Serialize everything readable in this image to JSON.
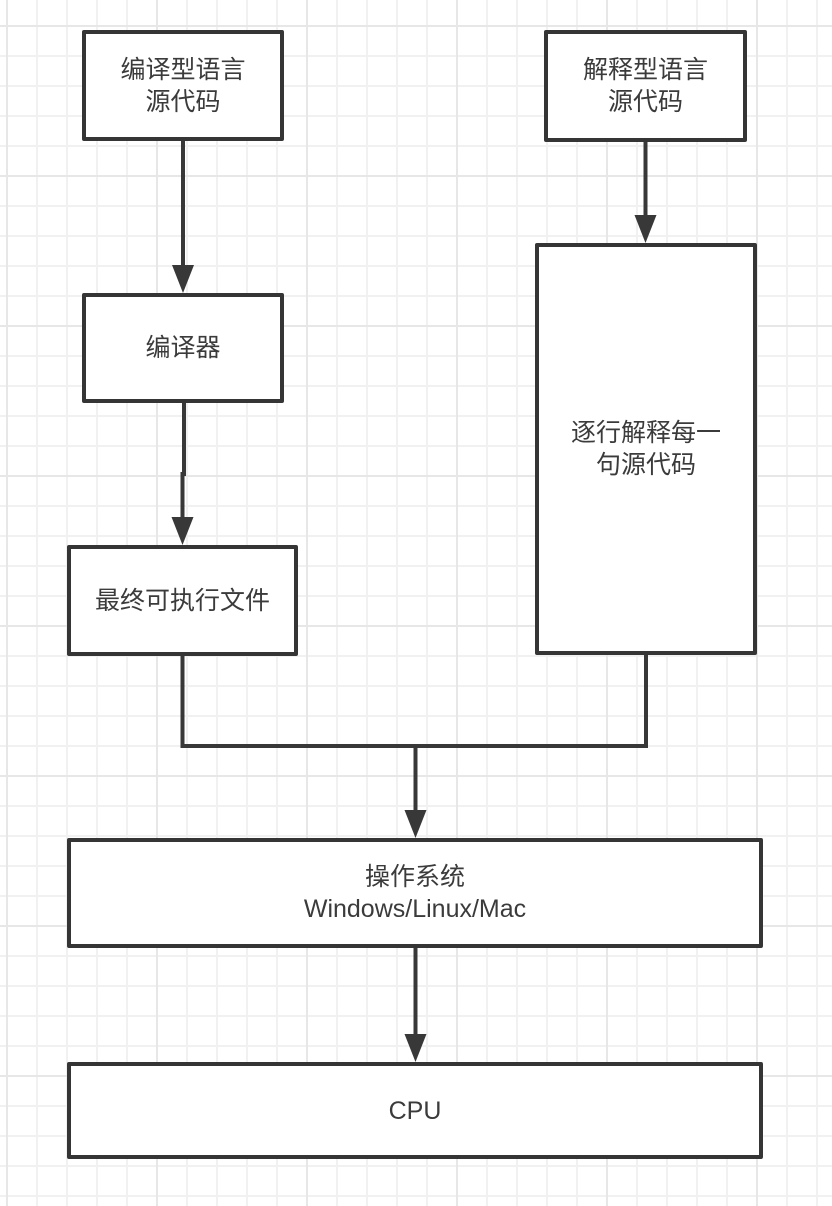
{
  "diagram": {
    "type": "flowchart",
    "nodes": {
      "compiled_source": {
        "label": "编译型语言\n源代码"
      },
      "compiler": {
        "label": "编译器"
      },
      "executable": {
        "label": "最终可执行文件"
      },
      "interpreted_source": {
        "label": "解释型语言\n源代码"
      },
      "interpreter": {
        "label": "逐行解释每一\n句源代码"
      },
      "os": {
        "label": "操作系统\nWindows/Linux/Mac"
      },
      "cpu": {
        "label": "CPU"
      }
    },
    "edges": [
      {
        "from": "compiled_source",
        "to": "compiler",
        "arrow": true
      },
      {
        "from": "compiler",
        "to": "executable",
        "arrow": true
      },
      {
        "from": "interpreted_source",
        "to": "interpreter",
        "arrow": true
      },
      {
        "from": "executable",
        "to": "os",
        "arrow": true,
        "via": "merge-junction"
      },
      {
        "from": "interpreter",
        "to": "os",
        "arrow": true,
        "via": "merge-junction"
      },
      {
        "from": "os",
        "to": "cpu",
        "arrow": true
      }
    ],
    "colors": {
      "node_border": "#353535",
      "node_fill": "#ffffff",
      "text": "#3b3b3b",
      "connector": "#383838",
      "background": "#ffffff",
      "grid_minor": "#f1f1f1",
      "grid_major": "#e7e7e7"
    }
  }
}
